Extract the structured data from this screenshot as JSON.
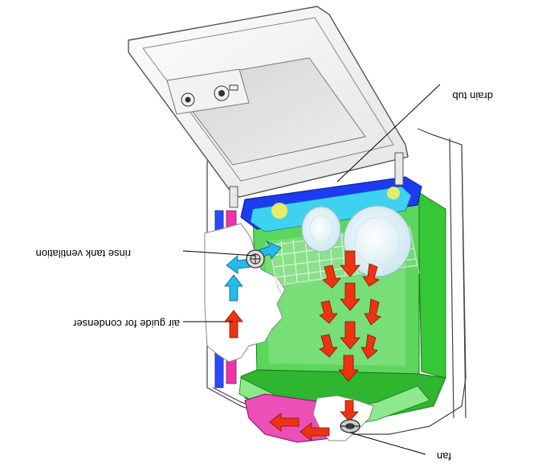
{
  "labels": {
    "drain_tub": "drain tub",
    "rinse_tank_ventilation": "rinse tank ventilation",
    "air_guide": "air guide for condenser",
    "fan": "fan"
  },
  "colors": {
    "tub_green": "#33cc33",
    "tub_dark_green": "#1a9e1a",
    "tub_light_green": "#aaf0aa",
    "top_blue": "#1a3cff",
    "cyan_water": "#33ccee",
    "magenta_duct": "#ee33aa",
    "arrow_red": "#ee3311",
    "arrow_cyan": "#22bbee",
    "outline": "#222222"
  },
  "mirrored": true
}
